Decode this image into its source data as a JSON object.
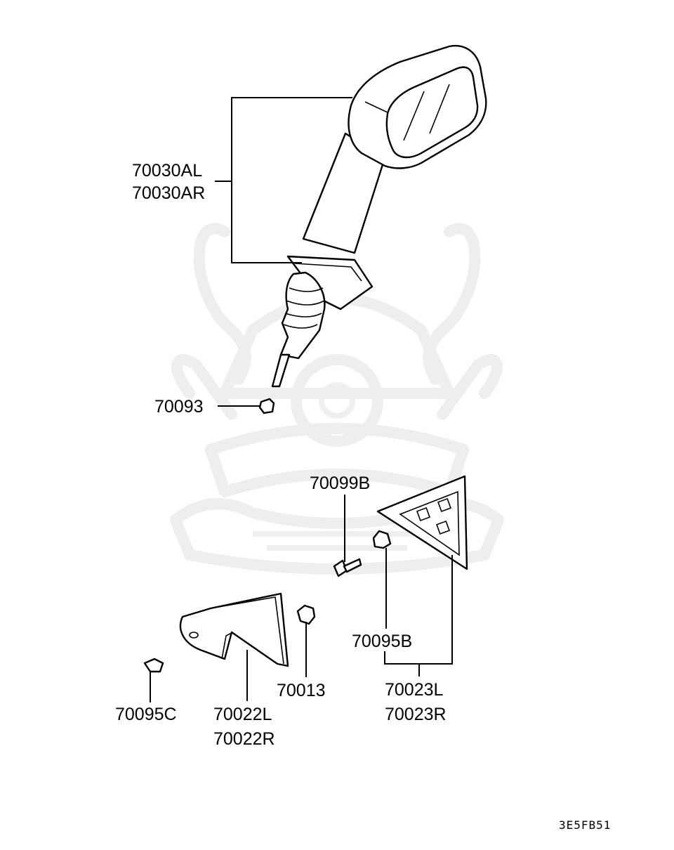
{
  "labels": {
    "mirror_assy_left": "70030AL",
    "mirror_assy_right": "70030AR",
    "grommet": "70093",
    "screw_upper": "70099B",
    "clip_upper": "70095B",
    "cover_left": "70023L",
    "cover_right": "70023R",
    "clip_lower": "70013",
    "clip_bottom": "70095C",
    "bracket_left": "70022L",
    "bracket_right": "70022R"
  },
  "diagram_code": "3E5FB51",
  "colors": {
    "line": "#000000",
    "watermark": "#eeeeee",
    "background": "#ffffff"
  }
}
